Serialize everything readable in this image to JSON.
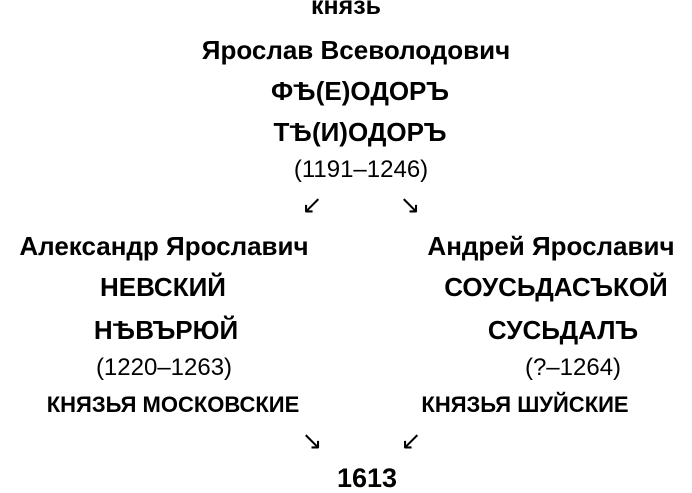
{
  "root": {
    "title": "князь",
    "name": "Ярослав Всеволодович",
    "alt1": "ФѢ(Е)ОДОРЪ",
    "alt2": "ТѢ(И)ОДОРЪ",
    "dates": "(1191–1246)"
  },
  "arrows": {
    "to_left": "↙",
    "to_right": "↘",
    "from_left": "↘",
    "from_right": "↙"
  },
  "left": {
    "name": "Александр Ярославич",
    "alt1": "НЕВСКИЙ",
    "alt2": "НѢВЪРЮЙ",
    "dates": "(1220–1263)",
    "line": "КНЯЗЬЯ МОСКОВСКИЕ"
  },
  "right": {
    "name": "Андрей Ярославич",
    "alt1": "СОУСЬДАСЪКОЙ",
    "alt2": "СУСЬДАЛЪ",
    "dates": "(?–1264)",
    "line": "КНЯЗЬЯ ШУЙСКИЕ"
  },
  "result": {
    "year": "1613"
  }
}
